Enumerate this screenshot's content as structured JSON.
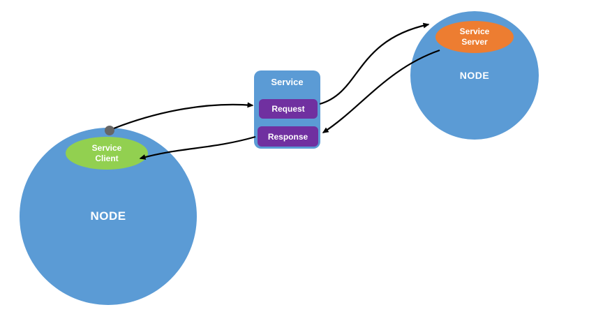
{
  "diagram": {
    "left_node": {
      "label": "NODE"
    },
    "right_node": {
      "label": "NODE"
    },
    "service_client": {
      "line1": "Service",
      "line2": "Client"
    },
    "service_server": {
      "line1": "Service",
      "line2": "Server"
    },
    "service": {
      "title": "Service",
      "request_label": "Request",
      "response_label": "Response"
    },
    "arrows": [
      {
        "name": "client-to-request",
        "from": "service-client-dot",
        "to": "request-box"
      },
      {
        "name": "request-to-server",
        "from": "request-box",
        "to": "service-server"
      },
      {
        "name": "server-to-response",
        "from": "service-server",
        "to": "response-box"
      },
      {
        "name": "response-to-client",
        "from": "response-box",
        "to": "service-client"
      }
    ],
    "colors": {
      "node_fill": "#5B9BD5",
      "client_fill": "#92D050",
      "server_fill": "#ED7D31",
      "message_fill": "#7030A0",
      "dot_fill": "#666666",
      "arrow": "#000000",
      "text": "#FFFFFF",
      "background": "#FFFFFF"
    }
  }
}
